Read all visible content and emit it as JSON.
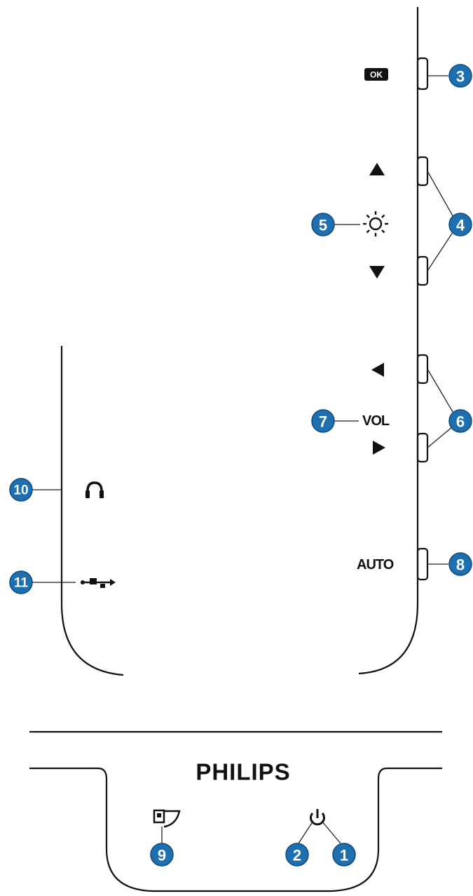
{
  "labels": {
    "ok": "OK",
    "vol": "VOL",
    "auto": "AUTO",
    "brand": "PHILIPS"
  },
  "callouts": {
    "c1": "1",
    "c2": "2",
    "c3": "3",
    "c4": "4",
    "c5": "5",
    "c6": "6",
    "c7": "7",
    "c8": "8",
    "c9": "9",
    "c10": "10",
    "c11": "11"
  },
  "icons": {
    "ok": "ok-button-icon",
    "up": "up-arrow-icon",
    "brightness": "brightness-sun-icon",
    "down": "down-arrow-icon",
    "left": "left-arrow-icon",
    "right": "right-arrow-icon",
    "headphone": "headphone-icon",
    "usb": "usb-icon",
    "smartimage": "smartimage-icon",
    "power": "power-icon"
  },
  "colors": {
    "callout_fill": "#1d6fb0",
    "line": "#111111"
  }
}
